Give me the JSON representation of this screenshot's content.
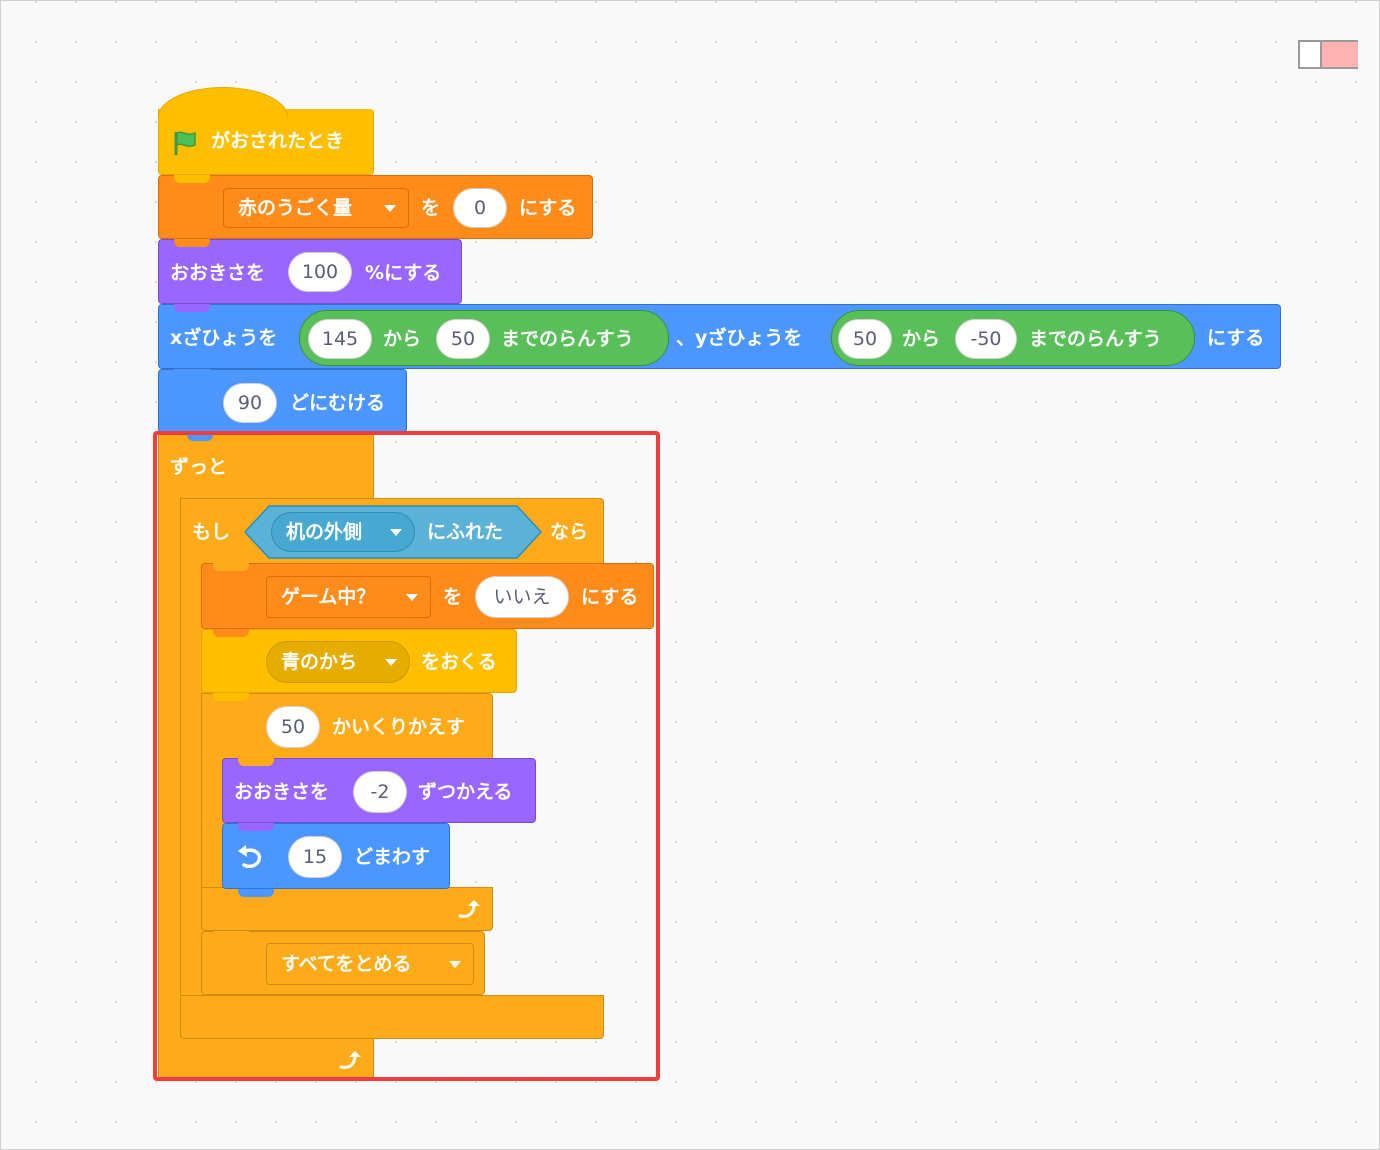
{
  "window_control": {
    "icon": "layout-toggle-icon"
  },
  "script": {
    "hat": {
      "label": "がおされたとき",
      "icon": "green-flag-icon"
    },
    "set_var1": {
      "variable": "赤のうごく量",
      "to_label": "を",
      "value": "0",
      "suffix": "にする"
    },
    "set_size": {
      "prefix": "おおきさを",
      "value": "100",
      "suffix": "%にする"
    },
    "goto_xy": {
      "x_prefix": "xざひょうを",
      "x_from": "145",
      "x_kara": "から",
      "x_to": "50",
      "x_made": "までのらんすう",
      "y_prefix": "、yざひょうを",
      "y_from": "50",
      "y_kara": "から",
      "y_to": "-50",
      "y_made": "までのらんすう",
      "suffix": "にする"
    },
    "point_dir": {
      "value": "90",
      "suffix": "どにむける"
    },
    "forever": {
      "label": "ずっと",
      "loop_icon": "loop-arrow-icon"
    },
    "if_block": {
      "prefix": "もし",
      "sensing_target": "机の外側",
      "sensing_suffix": "にふれた",
      "suffix": "なら"
    },
    "set_var2": {
      "variable": "ゲーム中？",
      "to_label": "を",
      "value": "いいえ",
      "suffix": "にする"
    },
    "broadcast": {
      "message": "青のかち",
      "suffix": "をおくる"
    },
    "repeat": {
      "value": "50",
      "suffix": "かいくりかえす",
      "loop_icon": "loop-arrow-icon"
    },
    "change_size": {
      "prefix": "おおきさを",
      "value": "-2",
      "suffix": "ずつかえる"
    },
    "turn": {
      "icon": "rotate-left-icon",
      "value": "15",
      "suffix": "どまわす"
    },
    "stop": {
      "option": "すべてをとめる"
    }
  },
  "colors": {
    "events": "#FFBF00",
    "variables": "#FF8C1A",
    "looks": "#9966FF",
    "motion": "#4C97FF",
    "control": "#FFAB19",
    "operators": "#59C059",
    "sensing": "#5CB1D6",
    "highlight": "#F23D3D"
  }
}
